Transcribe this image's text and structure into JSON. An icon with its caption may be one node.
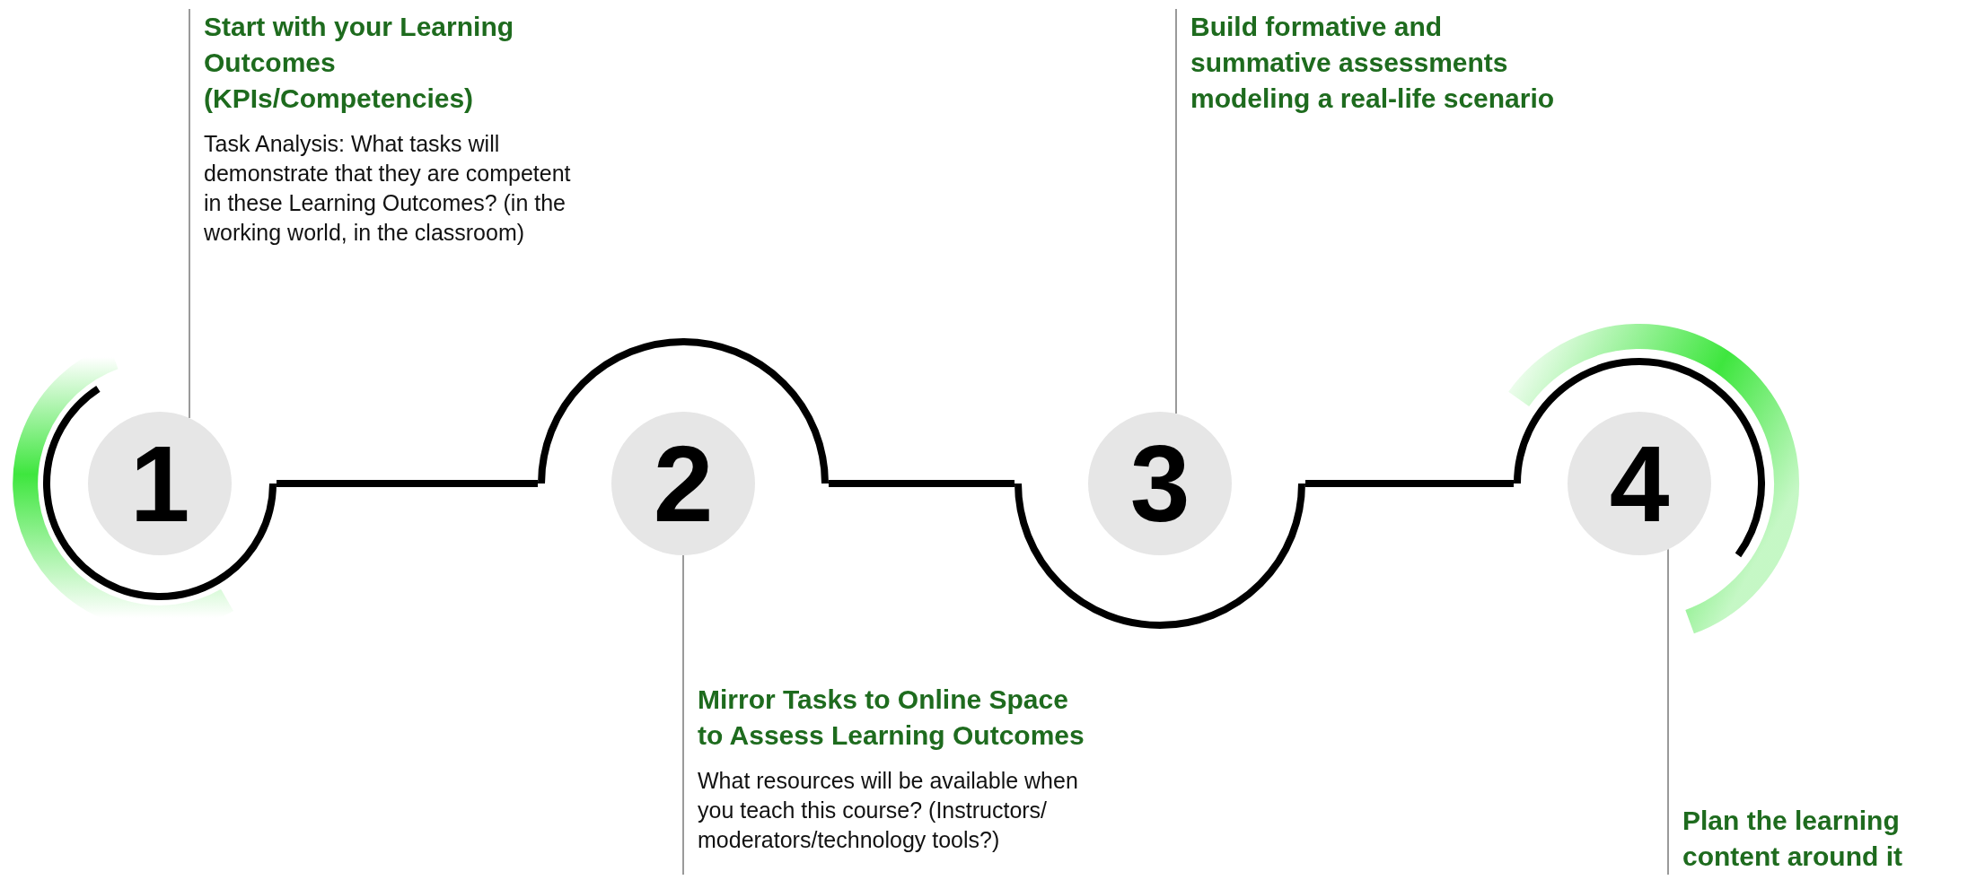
{
  "diagram": {
    "nodes": [
      {
        "text": [
          "Start with your Learning Outcomes (KPIs/Competencies)",
          "Task Analysis: What tasks will demonstrate that they are competent in these Learning Outcomes? (in the working world, in the classroom)"
        ]
      },
      {
        "text": [
          "1"
        ]
      },
      {
        "text": [
          "2"
        ]
      },
      {
        "text": [
          "Mirror Tasks to Online Space to Assess Learning Outcomes",
          "What resources will be available when you teach this course? (Instructors/ moderators/technology tools?)"
        ]
      },
      {
        "text": [
          "Build formative and summative assessments modeling a real-life scenario"
        ]
      },
      {
        "text": [
          "3"
        ]
      },
      {
        "text": [
          "4"
        ]
      },
      {
        "text": [
          "Plan the learning content around it"
        ]
      }
    ],
    "edges": [
      {
        "from": 0,
        "to": 1,
        "arrow": "none"
      },
      {
        "from": 1,
        "to": 2,
        "arrow": "none",
        "style": "thick",
        "color": "#000000"
      },
      {
        "from": 2,
        "to": 3,
        "arrow": "none"
      },
      {
        "from": 4,
        "to": 5,
        "arrow": "none"
      },
      {
        "from": 2,
        "to": 5,
        "arrow": "none",
        "style": "thick",
        "color": "#000000"
      },
      {
        "from": 5,
        "to": 6,
        "arrow": "none",
        "style": "thick",
        "color": "#000000"
      },
      {
        "from": 6,
        "to": 7,
        "arrow": "none"
      }
    ]
  }
}
